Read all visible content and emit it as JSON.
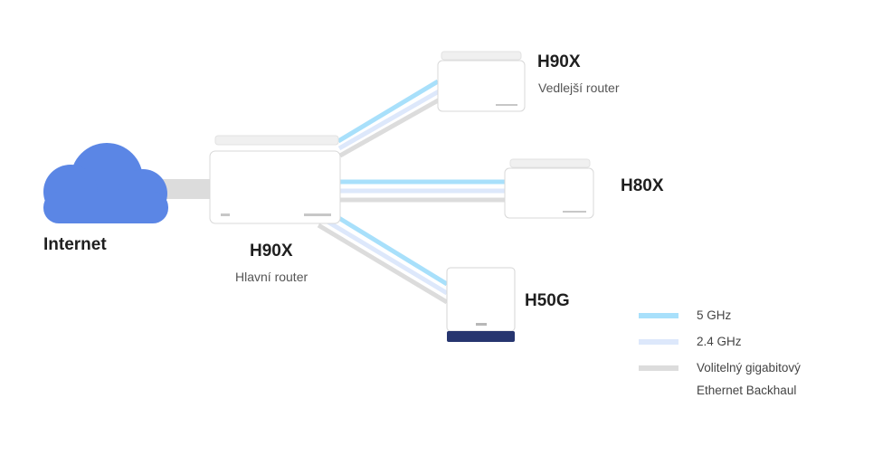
{
  "colors": {
    "cloud": "#5b86e5",
    "band_5ghz": "#a8e0fb",
    "band_24ghz": "#dde8fb",
    "ethernet": "#dcdcdc",
    "h50g_base": "#26356f"
  },
  "internet": {
    "label": "Internet",
    "icon": "cloud-icon"
  },
  "main_router": {
    "model": "H90X",
    "role": "Hlavní router"
  },
  "satellites": [
    {
      "model": "H90X",
      "role": "Vedlejší router"
    },
    {
      "model": "H80X",
      "role": ""
    },
    {
      "model": "H50G",
      "role": ""
    }
  ],
  "legend": [
    {
      "label": "5 GHz",
      "key": "band_5ghz"
    },
    {
      "label": "2.4 GHz",
      "key": "band_24ghz"
    },
    {
      "label": "Volitelný gigabitový",
      "label_line2": "Ethernet Backhaul",
      "key": "ethernet"
    }
  ]
}
